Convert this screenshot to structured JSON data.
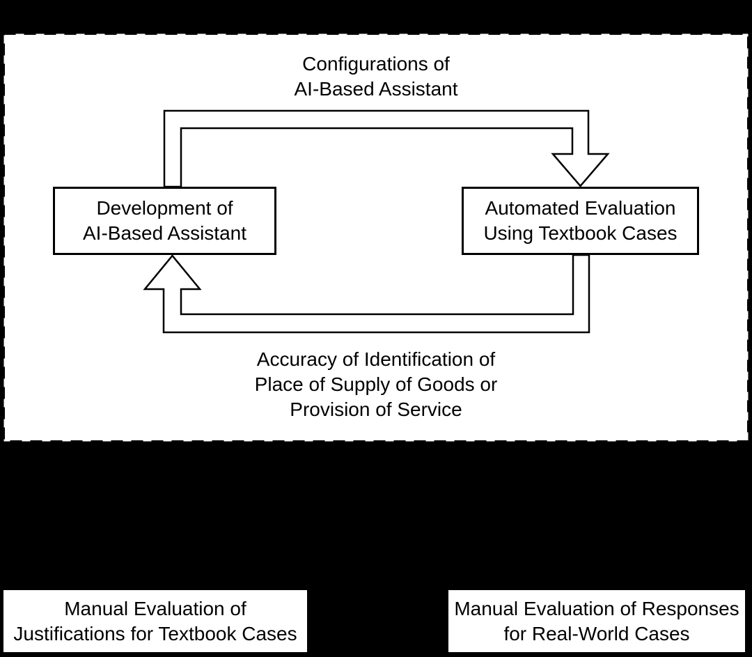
{
  "colors": {
    "bg": "#000000",
    "panel": "#ffffff",
    "line": "#000000",
    "text": "#000000"
  },
  "diagram": {
    "top_flow_label": {
      "lines": [
        "Configurations of",
        "AI-Based Assistant"
      ]
    },
    "dev_box": {
      "lines": [
        "Development of",
        "AI-Based Assistant"
      ]
    },
    "eval_box": {
      "lines": [
        "Automated Evaluation",
        "Using Textbook Cases"
      ]
    },
    "bottom_flow_label": {
      "lines": [
        "Accuracy of Identification of",
        "Place of Supply of Goods or",
        "Provision of Service"
      ]
    }
  },
  "bottom_boxes": {
    "left": {
      "lines": [
        "Manual Evaluation of",
        "Justifications for Textbook Cases"
      ]
    },
    "right": {
      "lines": [
        "Manual Evaluation of Responses",
        "for Real-World Cases"
      ]
    }
  }
}
